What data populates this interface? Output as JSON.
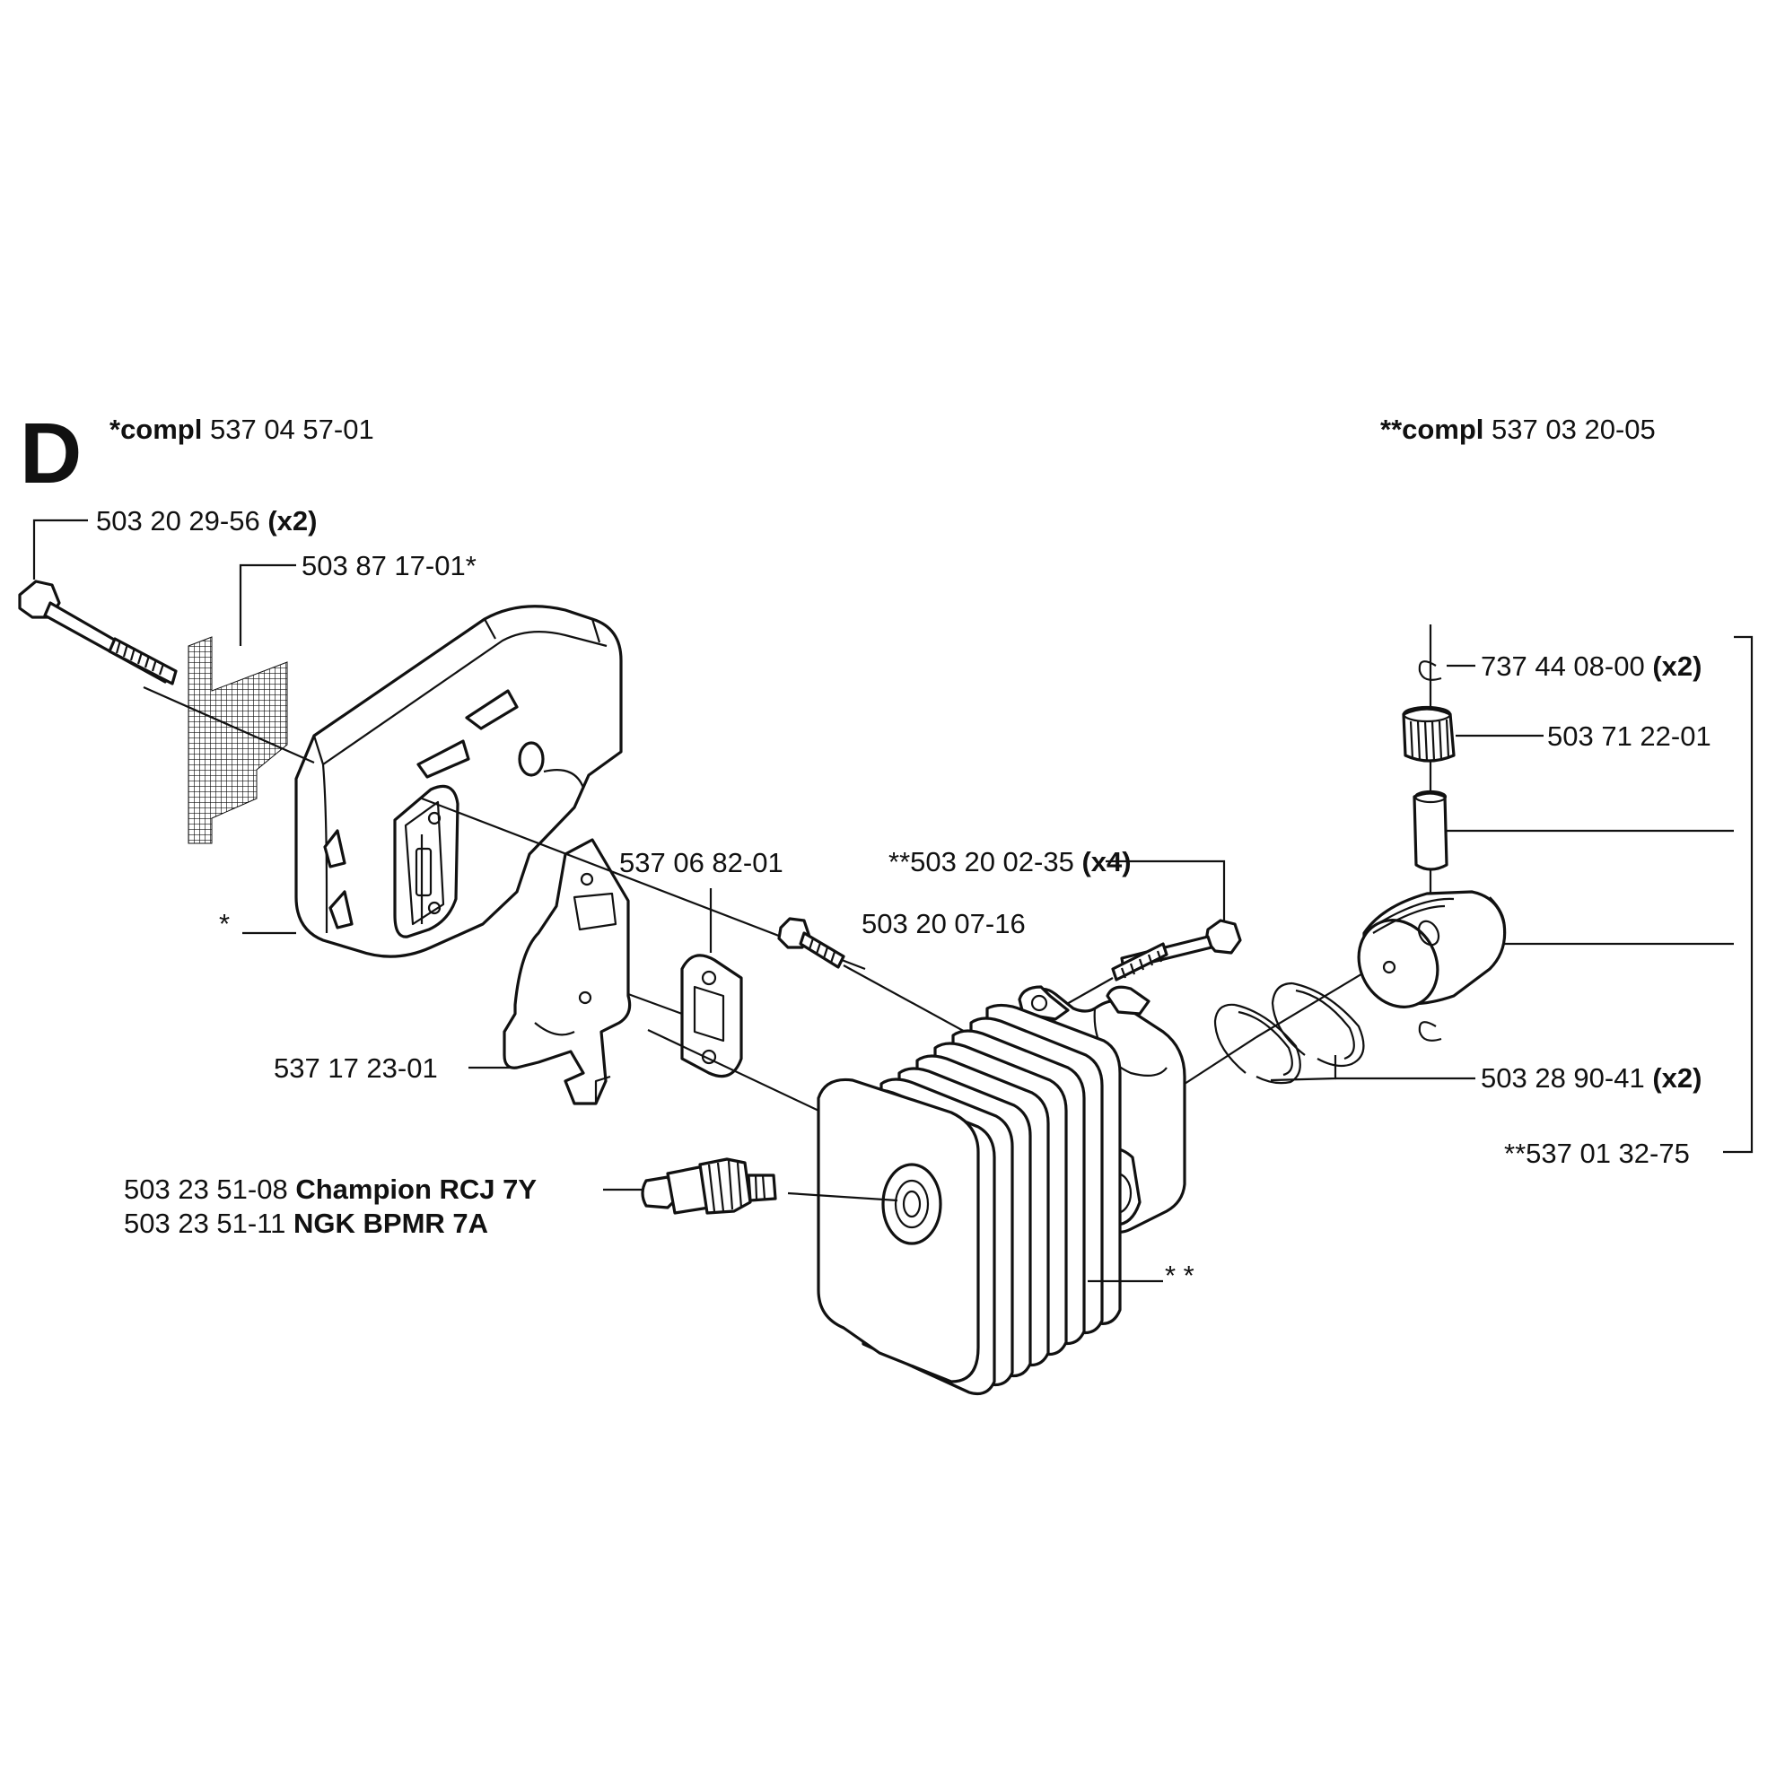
{
  "section": {
    "letter": "D"
  },
  "header": {
    "muffler_kit": {
      "tag": "*compl",
      "number": "537 04 57-01"
    },
    "cylinder_kit": {
      "tag": "**compl",
      "number": "537 03 20-05"
    }
  },
  "labels": {
    "muffler_bolt": {
      "number": "503 20 29-56",
      "qty": "(x2)"
    },
    "spark_screen": {
      "number": "503 87 17-01*"
    },
    "muffler_marker": {
      "text": "*"
    },
    "gasket": {
      "number": "537 06 82-01"
    },
    "cylinder_bolts": {
      "number": "**503 20 02-35",
      "qty": "(x4)"
    },
    "small_screw": {
      "number": "503 20 07-16"
    },
    "heat_shield": {
      "number": "537 17 23-01"
    },
    "spark_plug": [
      {
        "number": "503 23 51-08",
        "brand": "Champion RCJ 7Y"
      },
      {
        "number": "503 23 51-11",
        "brand": "NGK BPMR 7A"
      }
    ],
    "cylinder_marker": {
      "text": "* *"
    },
    "circlip": {
      "number": "737 44 08-00",
      "qty": "(x2)"
    },
    "needle_bearing": {
      "number": "503 71 22-01"
    },
    "piston_rings": {
      "number": "503 28 90-41",
      "qty": "(x2)"
    },
    "piston_kit": {
      "number": "**537 01 32-75"
    }
  }
}
